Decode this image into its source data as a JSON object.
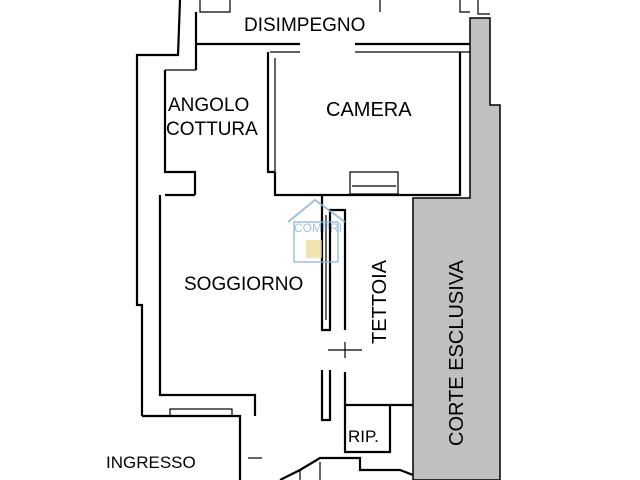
{
  "rooms": {
    "disimpegno": "DISIMPEGNO",
    "angolo_line1": "ANGOLO",
    "angolo_line2": "COTTURA",
    "camera": "CAMERA",
    "soggiorno": "SOGGIORNO",
    "tettoia": "TETTOIA",
    "corte": "CORTE ESCLUSIVA",
    "rip": "RIP.",
    "ingresso": "INGRESSO"
  },
  "watermark": {
    "text": "COMPRI",
    "icon": "house-logo-icon"
  },
  "colors": {
    "walls": "#000000",
    "corte_fill": "#c0c0c0",
    "watermark": "#8fb7d6",
    "watermark_accent": "#e8d98a"
  }
}
